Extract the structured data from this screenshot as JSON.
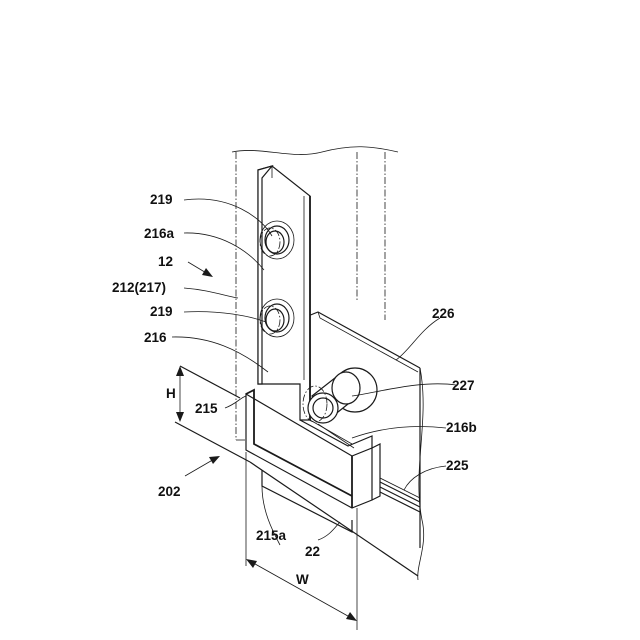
{
  "labels": {
    "l219a": "219",
    "l216a": "216a",
    "l12": "12",
    "l212": "212(217)",
    "l219b": "219",
    "l216": "216",
    "lH": "H",
    "l215": "215",
    "l202": "202",
    "l215a": "215a",
    "l22": "22",
    "lW": "W",
    "l226": "226",
    "l227": "227",
    "l216b": "216b",
    "l225": "225"
  }
}
